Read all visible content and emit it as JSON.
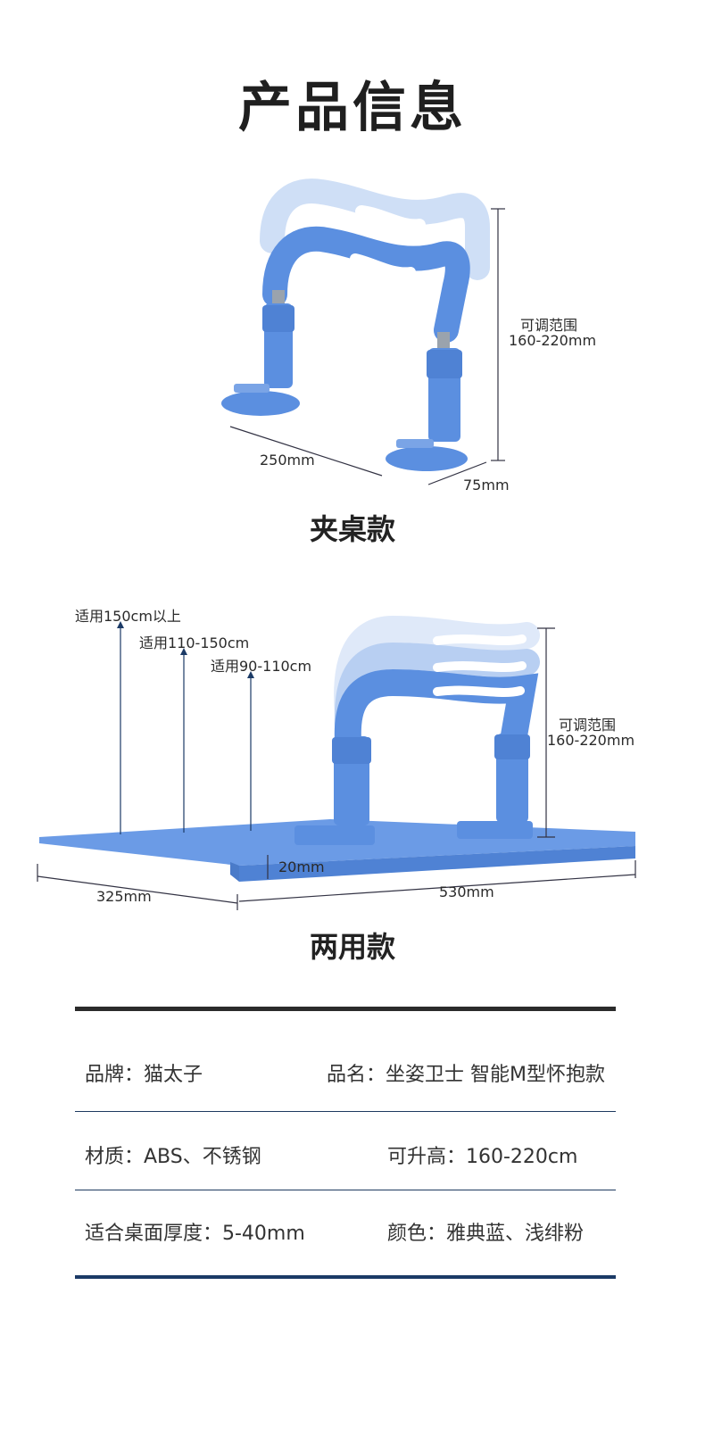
{
  "page": {
    "title": "产品信息"
  },
  "products": [
    {
      "label": "夹桌款",
      "adjust_label": "可调范围",
      "adjust_range": "160-220mm",
      "width": "250mm",
      "depth": "75mm"
    },
    {
      "label": "两用款",
      "adjust_label": "可调范围",
      "adjust_range": "160-220mm",
      "height_marks": [
        "适用150cm以上",
        "适用110-150cm",
        "适用90-110cm"
      ],
      "thickness": "20mm",
      "board_depth": "325mm",
      "board_width": "530mm"
    }
  ],
  "specs": [
    {
      "left": "品牌：猫太子",
      "right": "品名：坐姿卫士 智能M型怀抱款"
    },
    {
      "left": "材质：ABS、不锈钢",
      "right": "可升高：160-220cm"
    },
    {
      "left": "适合桌面厚度：5-40mm",
      "right": "颜色：雅典蓝、浅绯粉"
    }
  ],
  "colors": {
    "product_blue": "#5b8fe0",
    "light_blue": "#c9dbf5",
    "rule_navy": "#1b3a66"
  }
}
